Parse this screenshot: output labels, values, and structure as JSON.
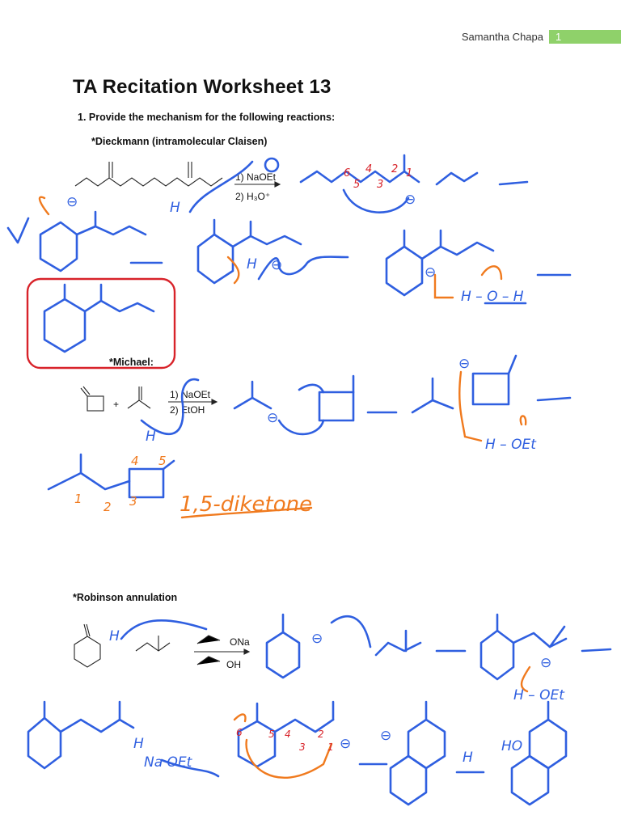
{
  "header": {
    "author": "Samantha Chapa",
    "page_number": "1",
    "badge_color": "#8fd16a"
  },
  "title": "TA Recitation Worksheet 13",
  "question_1": "1.   Provide the mechanism for the following reactions:",
  "sections": {
    "dieckmann": {
      "label": "*Dieckmann (intramolecular Claisen)",
      "reagent_1": "1) NaOEt",
      "reagent_2": "2) H₃O⁺"
    },
    "michael": {
      "label": "*Michael:",
      "plus": "+",
      "reagent_1": "1) NaOEt",
      "reagent_2": "2) EtOH",
      "note": "1,5-diketone"
    },
    "robinson": {
      "label": "*Robinson annulation",
      "base": "ONa",
      "solvent": "OH"
    }
  },
  "ink_colors": {
    "blue": "#2f5fe0",
    "orange": "#f07a1e",
    "red": "#d8232a"
  },
  "annotations": {
    "H": "H",
    "neg": "⊖",
    "H_OEt": "H – OEt",
    "NaOEt": "Na OEt",
    "HO": "HO",
    "H_O_H": "H – O – H",
    "n1": "1",
    "n2": "2",
    "n3": "3",
    "n4": "4",
    "n5": "5",
    "n6": "6"
  }
}
